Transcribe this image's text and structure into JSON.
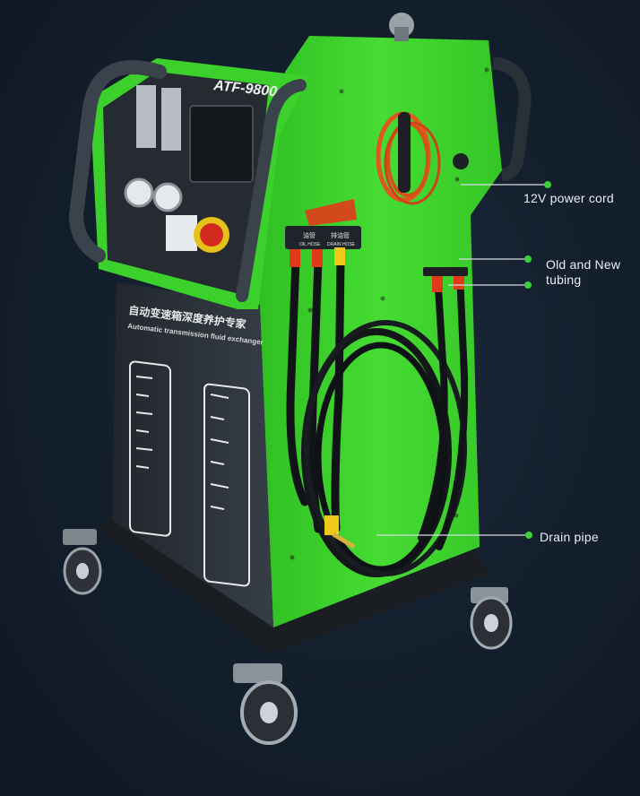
{
  "machine": {
    "model_text": "ATF-9800",
    "panel_title_cn": "自动变速箱深度养护专家",
    "panel_title_en": "Automatic transmission fluid exchanger",
    "hose_label_left_cn": "油管",
    "hose_label_left_en": "OIL HOSE",
    "hose_label_right_cn": "排油管",
    "hose_label_right_en": "DRAIN HOSE",
    "colors": {
      "body_green": "#3cd22a",
      "panel_dark": "#2a3038",
      "background": "#121d2b"
    }
  },
  "callouts": {
    "power_cord": "12V power cord",
    "tubing_line1": "Old and New",
    "tubing_line2": "tubing",
    "drain_pipe": "Drain pipe",
    "marker_color": "#3ccf3a",
    "line_color": "#d6dde4"
  }
}
